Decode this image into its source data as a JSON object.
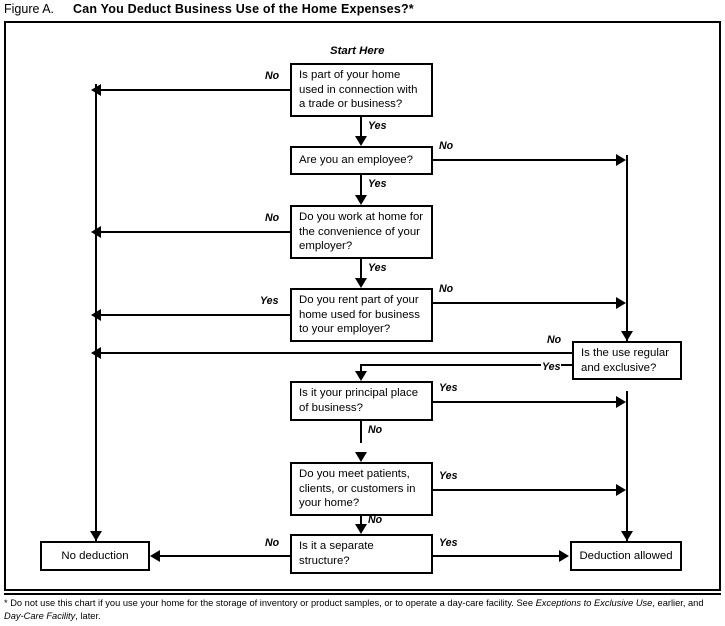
{
  "figure": {
    "label": "Figure A.",
    "title": "Can You Deduct Business Use of the Home Expenses?*"
  },
  "chart": {
    "start_label": "Start Here",
    "nodes": [
      {
        "id": "q1",
        "text": "Is part of your home used in connection with a trade or business?",
        "type": "decision"
      },
      {
        "id": "q2",
        "text": "Are you an employee?",
        "type": "decision"
      },
      {
        "id": "q3",
        "text": "Do you work at home for the convenience of your employer?",
        "type": "decision"
      },
      {
        "id": "q4",
        "text": "Do you rent part of your home used for business to your employer?",
        "type": "decision"
      },
      {
        "id": "q5",
        "text": "Is the use regular and exclusive?",
        "type": "decision"
      },
      {
        "id": "q6",
        "text": "Is it your principal place of business?",
        "type": "decision"
      },
      {
        "id": "q7",
        "text": "Do you meet patients, clients, or customers in your home?",
        "type": "decision"
      },
      {
        "id": "q8",
        "text": "Is it a separate structure?",
        "type": "decision"
      },
      {
        "id": "no_deduction",
        "text": "No deduction",
        "type": "terminal"
      },
      {
        "id": "deduction_allowed",
        "text": "Deduction allowed",
        "type": "terminal"
      }
    ],
    "edges": [
      {
        "from": "q1",
        "to": "no_deduction",
        "label": "No"
      },
      {
        "from": "q1",
        "to": "q2",
        "label": "Yes"
      },
      {
        "from": "q2",
        "to": "q5",
        "label": "No"
      },
      {
        "from": "q2",
        "to": "q3",
        "label": "Yes"
      },
      {
        "from": "q3",
        "to": "no_deduction",
        "label": "No"
      },
      {
        "from": "q3",
        "to": "q4",
        "label": "Yes"
      },
      {
        "from": "q4",
        "to": "no_deduction",
        "label": "Yes"
      },
      {
        "from": "q4",
        "to": "q5",
        "label": "No"
      },
      {
        "from": "q5",
        "to": "no_deduction",
        "label": "No"
      },
      {
        "from": "q5",
        "to": "q6",
        "label": "Yes"
      },
      {
        "from": "q6",
        "to": "deduction_allowed",
        "label": "Yes"
      },
      {
        "from": "q6",
        "to": "q7",
        "label": "No"
      },
      {
        "from": "q7",
        "to": "deduction_allowed",
        "label": "Yes"
      },
      {
        "from": "q7",
        "to": "q8",
        "label": "No"
      },
      {
        "from": "q8",
        "to": "no_deduction",
        "label": "No"
      },
      {
        "from": "q8",
        "to": "deduction_allowed",
        "label": "Yes"
      }
    ],
    "labels": {
      "q1_no": "No",
      "q1_yes": "Yes",
      "q2_no": "No",
      "q2_yes": "Yes",
      "q3_no": "No",
      "q3_yes": "Yes",
      "q4_yes": "Yes",
      "q4_no": "No",
      "q5_no": "No",
      "q5_yes": "Yes",
      "q6_yes": "Yes",
      "q6_no": "No",
      "q7_yes": "Yes",
      "q7_no": "No",
      "q8_no": "No",
      "q8_yes": "Yes"
    },
    "node_text": {
      "q1": "Is part of your home used in connection with a trade or business?",
      "q2": "Are you an employee?",
      "q3": "Do you work at home for the convenience of your employer?",
      "q4": "Do you rent part of your home used for business to your employer?",
      "q5": "Is the use regular and exclusive?",
      "q6": "Is it your principal place of business?",
      "q7": "Do you meet patients, clients, or customers in your home?",
      "q8": "Is it a separate structure?",
      "no_deduction": "No deduction",
      "deduction_allowed": "Deduction allowed"
    }
  },
  "footnote": {
    "marker": "*",
    "part1": " Do not use this chart if you use your home for the storage of inventory or product samples, or to operate a day-care facility. See ",
    "italic1": "Exceptions to Exclusive Use",
    "part2": ", earlier, and ",
    "italic2": "Day-Care Facility",
    "part3": ", later."
  },
  "colors": {
    "ink": "#000000",
    "paper": "#ffffff"
  }
}
